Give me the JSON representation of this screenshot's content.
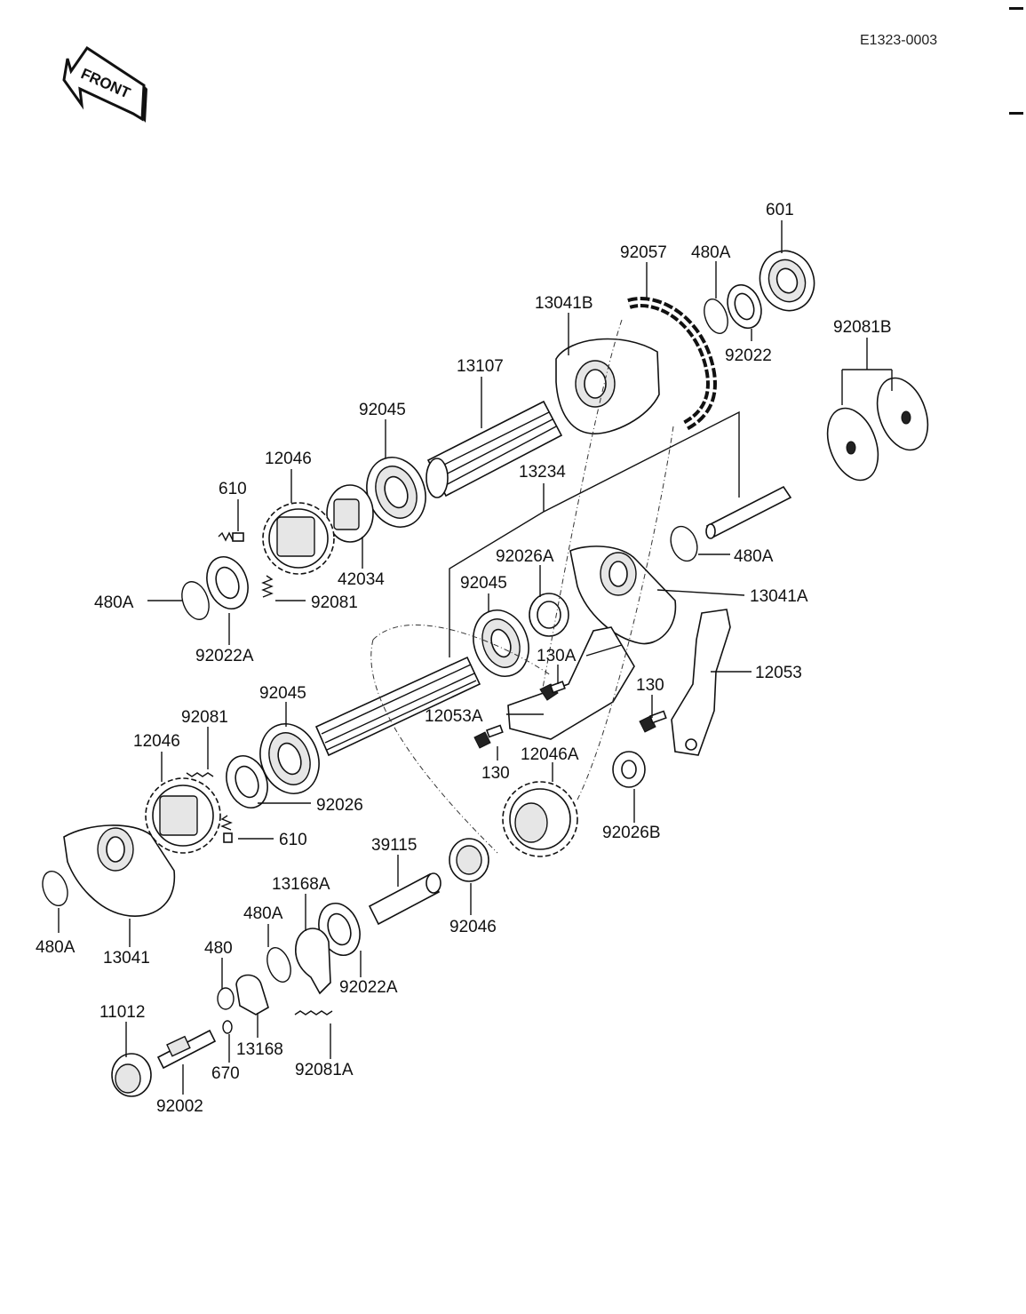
{
  "drawing": {
    "code": "E1323-0003",
    "front_label": "FRONT"
  },
  "labels": {
    "p601": "601",
    "p92057": "92057",
    "p480A_top": "480A",
    "p13041B": "13041B",
    "p92022_top": "92022",
    "p92081B": "92081B",
    "p13107": "13107",
    "p92045_a": "92045",
    "p12046_a": "12046",
    "p610_a": "610",
    "p13234": "13234",
    "p42034": "42034",
    "p480A_right": "480A",
    "p92026A": "92026A",
    "p13041A": "13041A",
    "p92045_b": "92045",
    "p480A_left": "480A",
    "p92081_a": "92081",
    "p92022A_a": "92022A",
    "p130A": "130A",
    "p12053": "12053",
    "p92045_c": "92045",
    "p130_right": "130",
    "p92081_b": "92081",
    "p12053A": "12053A",
    "p12046_b": "12046",
    "p130_mid": "130",
    "p12046A": "12046A",
    "p92026": "92026",
    "p610_b": "610",
    "p92026B": "92026B",
    "p39115": "39115",
    "p13168A": "13168A",
    "p480A_mid": "480A",
    "p92046": "92046",
    "p480A_bl": "480A",
    "p13041": "13041",
    "p480": "480",
    "p92022A_b": "92022A",
    "p11012": "11012",
    "p13168": "13168",
    "p670": "670",
    "p92081A": "92081A",
    "p92002": "92002"
  }
}
